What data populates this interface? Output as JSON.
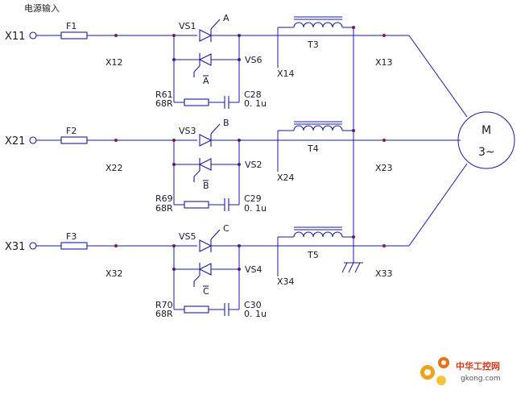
{
  "title": "电源输入",
  "phases": [
    {
      "input": "X11",
      "fuse": "F1",
      "x_fuse": "X12",
      "scr_main": "VS1",
      "scr_aux": "VS6",
      "gate_top": "A",
      "gate_bottom": "A",
      "resistor": "R61",
      "resistor_value": "68R",
      "capacitor": "C28",
      "capacitor_value": "0. 1u",
      "x_mid": "X14",
      "reactor": "T3",
      "x_out": "X13"
    },
    {
      "input": "X21",
      "fuse": "F2",
      "x_fuse": "X22",
      "scr_main": "VS3",
      "scr_aux": "VS2",
      "gate_top": "B",
      "gate_bottom": "B",
      "resistor": "R69",
      "resistor_value": "68R",
      "capacitor": "C29",
      "capacitor_value": "0. 1u",
      "x_mid": "X24",
      "reactor": "T4",
      "x_out": "X23"
    },
    {
      "input": "X31",
      "fuse": "F3",
      "x_fuse": "X32",
      "scr_main": "VS5",
      "scr_aux": "VS4",
      "gate_top": "C",
      "gate_bottom": "C",
      "resistor": "R70",
      "resistor_value": "68R",
      "capacitor": "C30",
      "capacitor_value": "0. 1u",
      "x_mid": "X34",
      "reactor": "T5",
      "x_out": "X33"
    }
  ],
  "motor": {
    "label": "M",
    "phases": "3~"
  },
  "watermark": {
    "name": "中华工控网",
    "url": "gkong.com"
  },
  "colors": {
    "wire": "#1a1aa6",
    "node": "#8b1a3a",
    "watermark": "#d23a1a"
  }
}
